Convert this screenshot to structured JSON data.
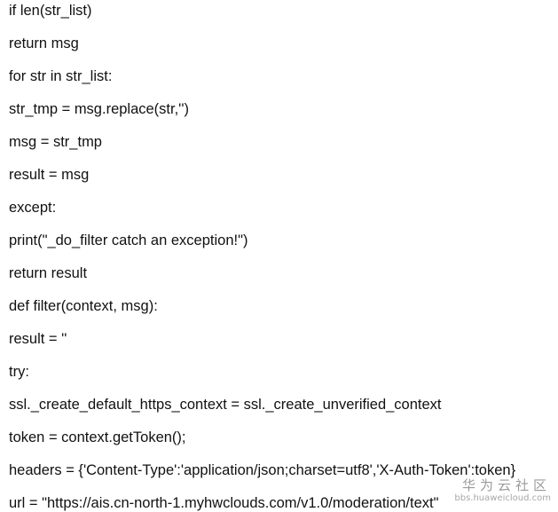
{
  "code_lines": [
    "if len(str_list)",
    "return msg",
    "for str in str_list:",
    "str_tmp = msg.replace(str,'')",
    "msg = str_tmp",
    "result = msg",
    "except:",
    "print(\"_do_filter catch an exception!\")",
    "return result",
    "def filter(context, msg):",
    "result = ''",
    "try:",
    "ssl._create_default_https_context = ssl._create_unverified_context",
    "token = context.getToken();",
    "headers = {'Content-Type':'application/json;charset=utf8','X-Auth-Token':token}",
    "url = \"https://ais.cn-north-1.myhwclouds.com/v1.0/moderation/text\""
  ],
  "watermark": {
    "title": "华为云社区",
    "url": "bbs.huaweicloud.com"
  }
}
